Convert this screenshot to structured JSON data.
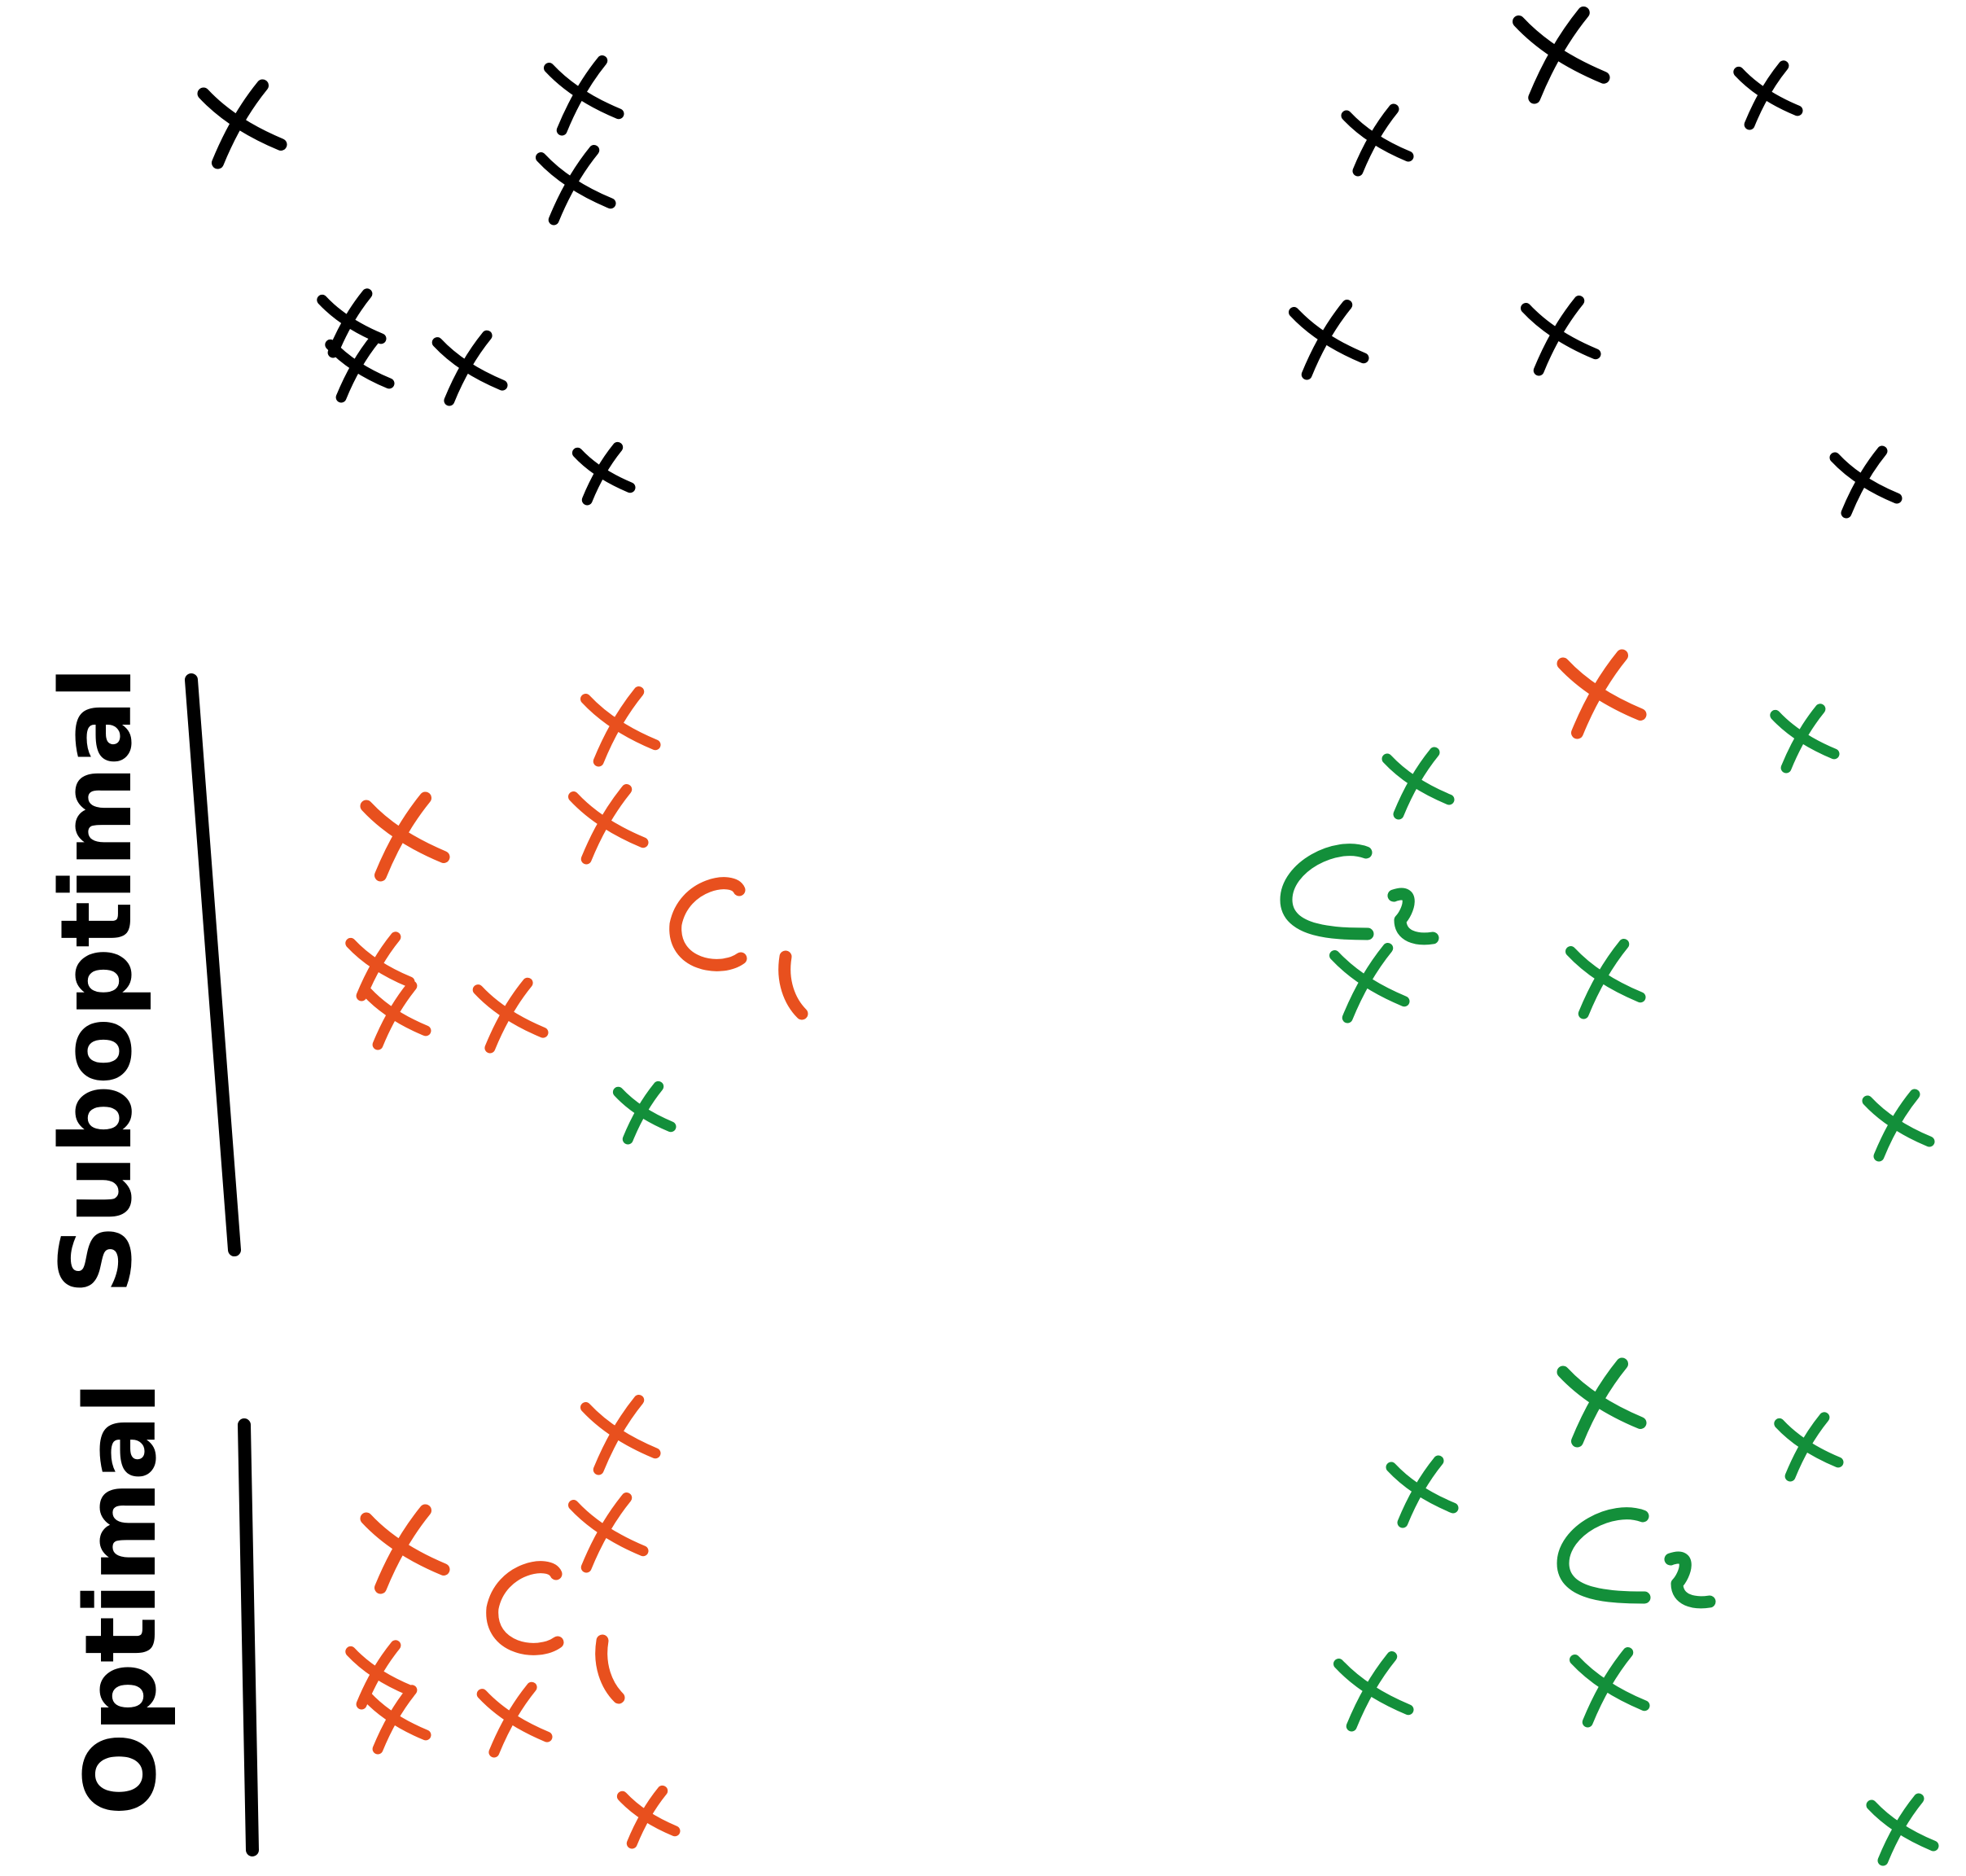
{
  "labels": {
    "suboptimal": "Suboptimal",
    "optimal": "Optimal"
  },
  "colors": {
    "unassigned": "#000000",
    "cluster_orange": "#E8501E",
    "cluster_green": "#138F3A",
    "background": "#FFFFFF"
  },
  "panels": [
    {
      "id": "top-left",
      "row": "initial",
      "description_color": "unassigned"
    },
    {
      "id": "top-right",
      "row": "initial",
      "description_color": "unassigned"
    },
    {
      "id": "middle-left",
      "row": "suboptimal",
      "description_color": "mixed"
    },
    {
      "id": "middle-right",
      "row": "suboptimal",
      "description_color": "mixed"
    },
    {
      "id": "bottom-left",
      "row": "optimal",
      "description_color": "mixed"
    },
    {
      "id": "bottom-right",
      "row": "optimal",
      "description_color": "mixed"
    }
  ]
}
